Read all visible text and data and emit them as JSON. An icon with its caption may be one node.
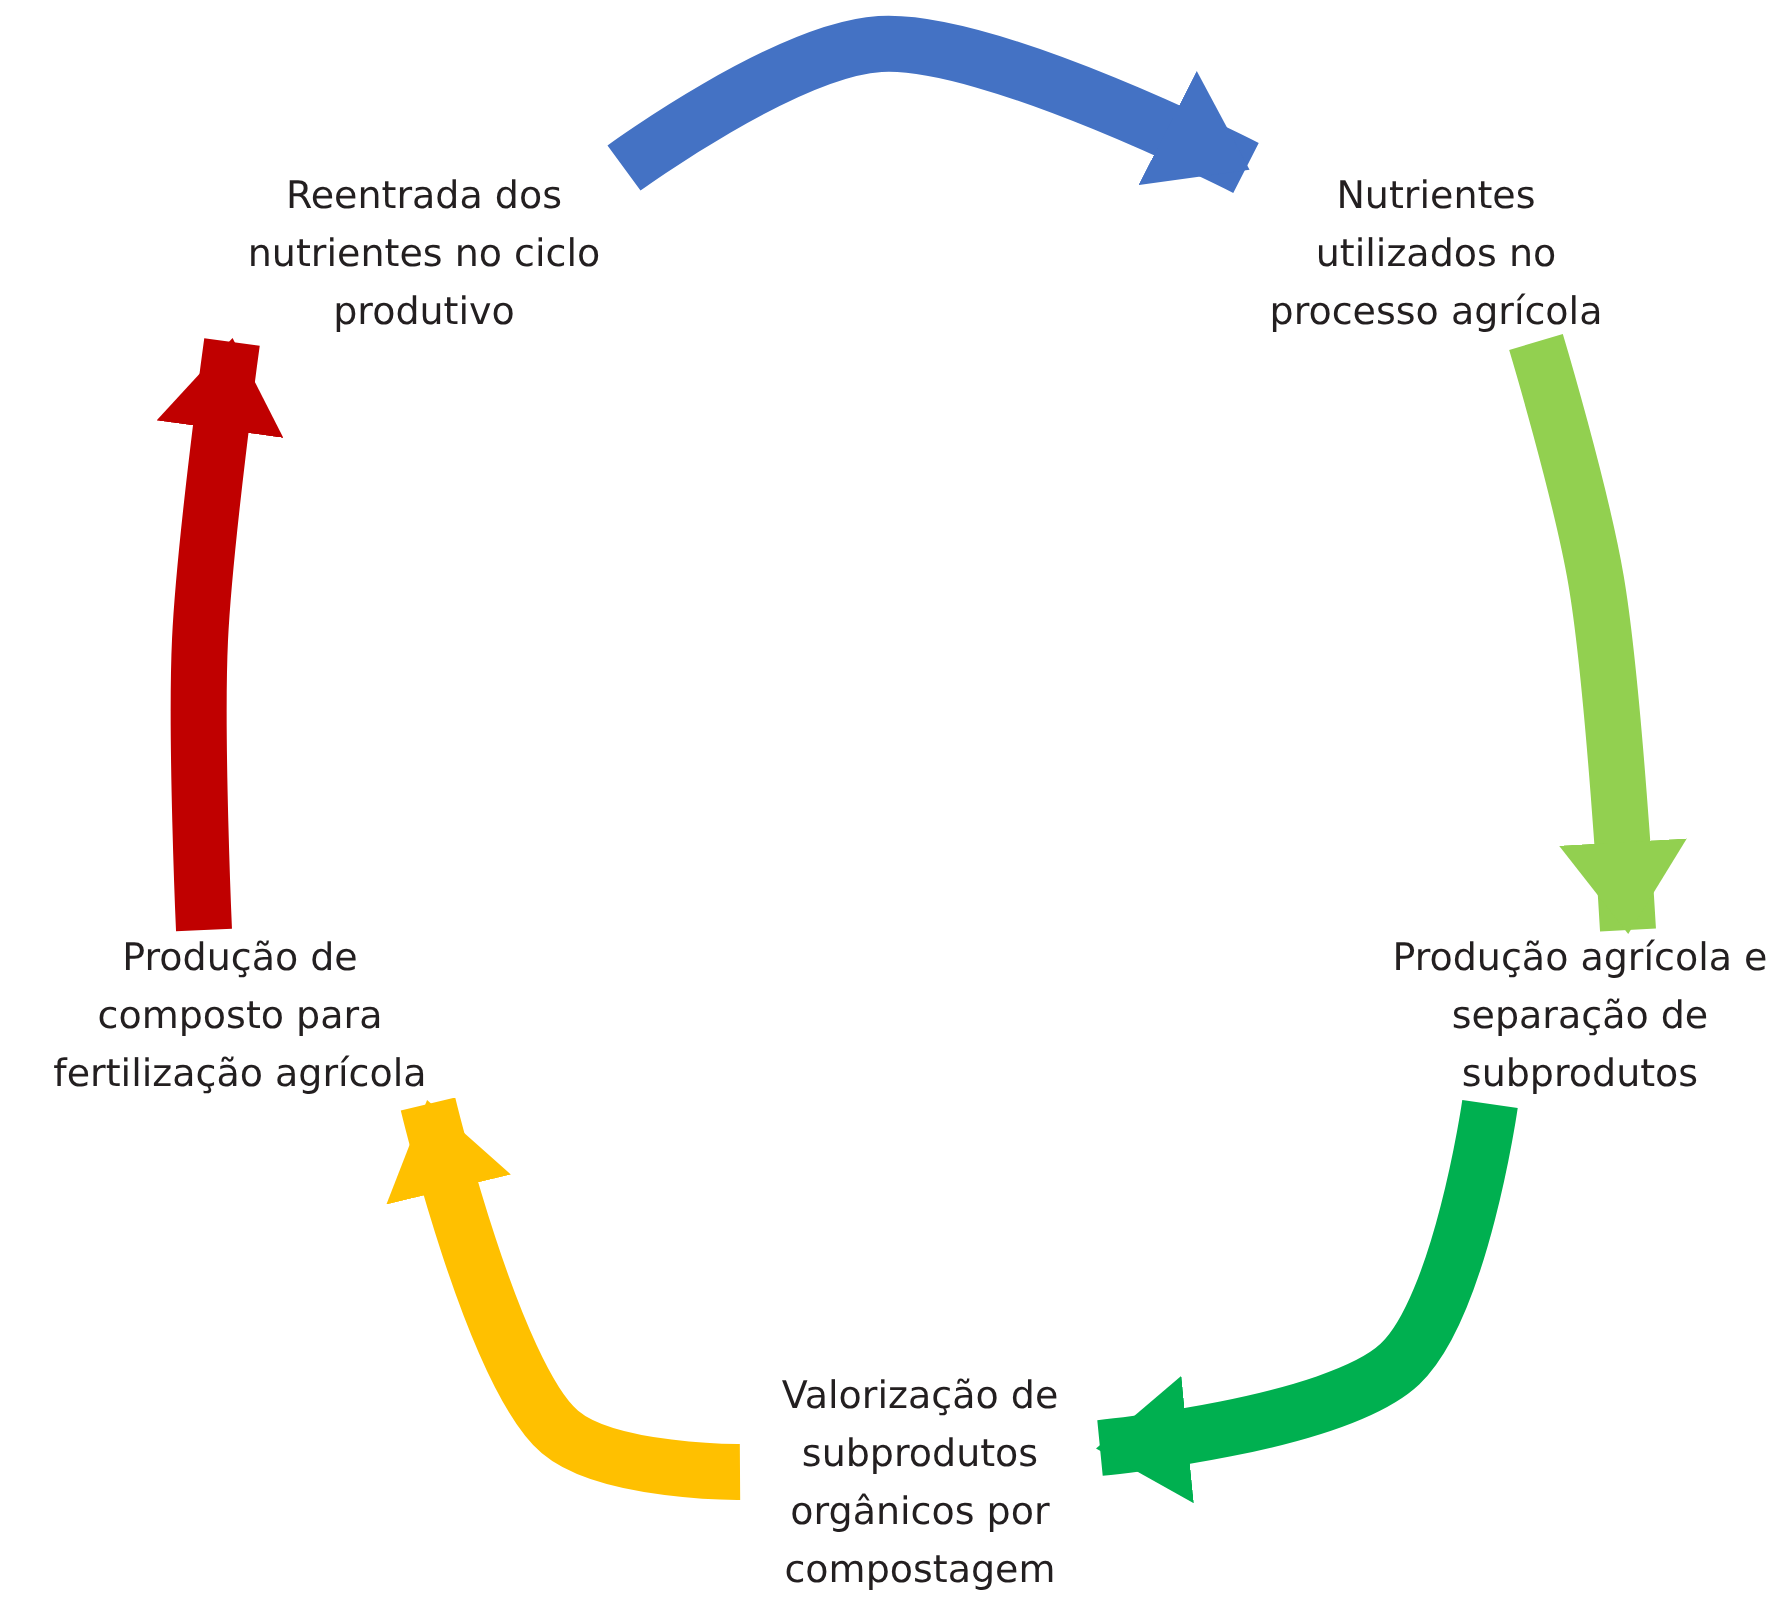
{
  "diagram": {
    "nodes": [
      {
        "text": [
          "Reentrada dos nutrientes no ciclo produtivo"
        ]
      },
      {
        "text": [
          "Nutrientes utilizados no processo agrícola"
        ]
      },
      {
        "text": [
          "Produção agrícola e separação de subprodutos"
        ]
      },
      {
        "text": [
          "Valorização de subprodutos orgânicos por compostagem"
        ]
      },
      {
        "text": [
          "Produção de composto para fertilização agrícola"
        ]
      }
    ],
    "edges": [
      {
        "from": 0,
        "to": 1,
        "arrow": "to",
        "color": "#4472c4"
      },
      {
        "from": 1,
        "to": 2,
        "arrow": "to",
        "color": "#92d050"
      },
      {
        "from": 2,
        "to": 3,
        "arrow": "to",
        "color": "#00b050"
      },
      {
        "from": 3,
        "to": 4,
        "arrow": "to",
        "color": "#ffc000"
      },
      {
        "from": 4,
        "to": 0,
        "arrow": "to",
        "color": "#c00000"
      }
    ]
  }
}
